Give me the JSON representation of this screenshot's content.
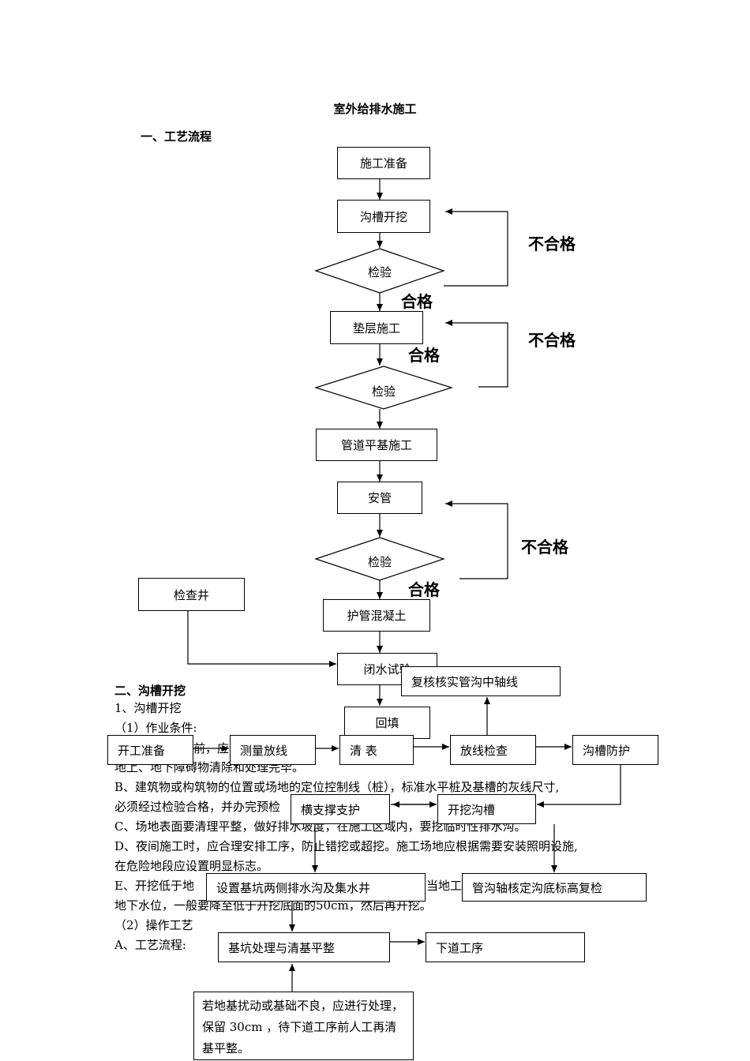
{
  "doc": {
    "title": "室外给排水施工",
    "sec1": "一、工艺流程",
    "sec2": "二、沟槽开挖",
    "sub1": "1、沟槽开挖",
    "sub1_1": "（1）作业条件:",
    "para_a_tail": "前，应",
    "para_a2": "地上、地下障碍物清除和处理完毕。",
    "para_b1": "B、建筑物或构筑物的位置或场地的定位控制线（桩），标准水平桩及基槽的灰线尺寸,",
    "para_b2": "必须经过检验合格，并办完预检",
    "para_c": "C、场地表面要清理平整，做好排水坡度，在施工区域内，要挖临时性排水沟。",
    "para_d1": "D、夜间施工时，应合理安排工序，防止错挖或超挖。施工场地应根据需要安装照明设施,",
    "para_d2": "在危险地段应设置明显标志。",
    "para_e1": "E、开挖低于地",
    "para_e1b": "当地工",
    "para_e2": "地下水位，一般要降至低于开挖底面的50cm，然后再开挖。",
    "sub2": "（2）操作工艺",
    "sub2_a": "A、工艺流程:"
  },
  "flow1": {
    "prep": "施工准备",
    "trench": "沟槽开挖",
    "check1": "检验",
    "cushion": "垫层施工",
    "check2": "检验",
    "pipebase": "管道平基施工",
    "install": "安管",
    "check3": "检验",
    "concrete": "护管混凝土",
    "manhole": "检查井",
    "closedwater": "闭水试验",
    "backfill": "回填",
    "fail": "不合格",
    "pass": "合格"
  },
  "flow2": {
    "start": "开工准备",
    "survey": "测量放线",
    "clear": "清 表",
    "check_line": "放线检查",
    "axis_check": "复核核实管沟中轴线",
    "protect": "沟槽防护",
    "brace": "横支撑支护",
    "excavate": "开挖沟槽",
    "drain": "设置基坑两侧排水沟及集水井",
    "recheck": "管沟轴核定沟底标高复检",
    "foundation": "基坑处理与清基平整",
    "next": "下道工序",
    "note": "若地基扰动或基础不良，应进行处理，保留 30cm ，待下道工序前人工再清基平整。"
  }
}
